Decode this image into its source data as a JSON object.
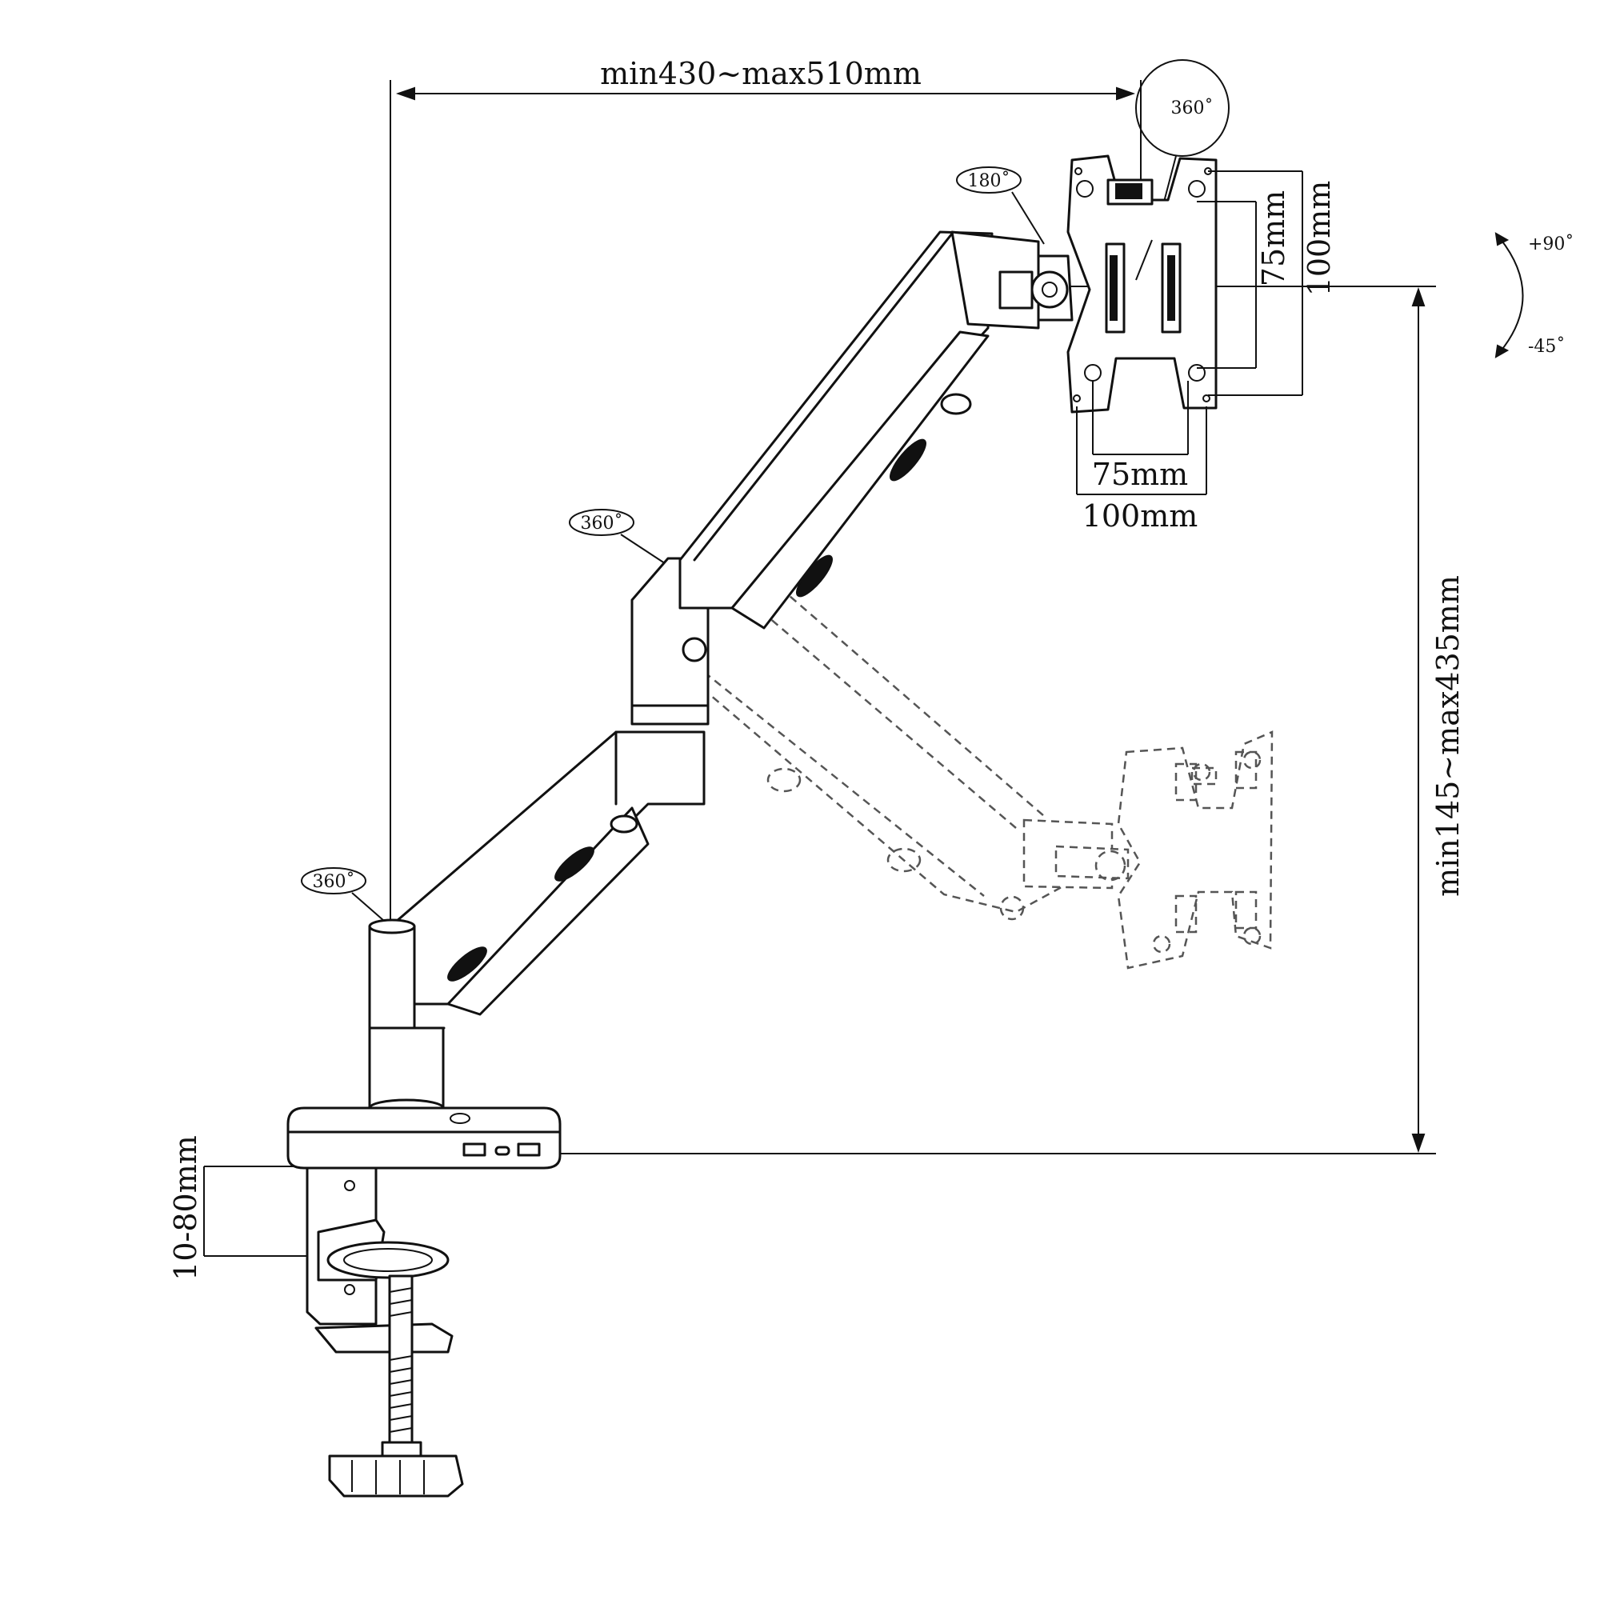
{
  "dimensions": {
    "reach": "min430~max510mm",
    "height": "min145~max435mm",
    "clamp": "10-80mm",
    "vesa_inner_v": "75mm",
    "vesa_outer_v": "100mm",
    "vesa_inner_h": "75mm",
    "vesa_outer_h": "100mm"
  },
  "rotations": {
    "head_swivel": "360˚",
    "tilt_joint": "180˚",
    "elbow": "360˚",
    "base": "360˚",
    "tilt_up": "+90˚",
    "tilt_down": "-45˚"
  }
}
